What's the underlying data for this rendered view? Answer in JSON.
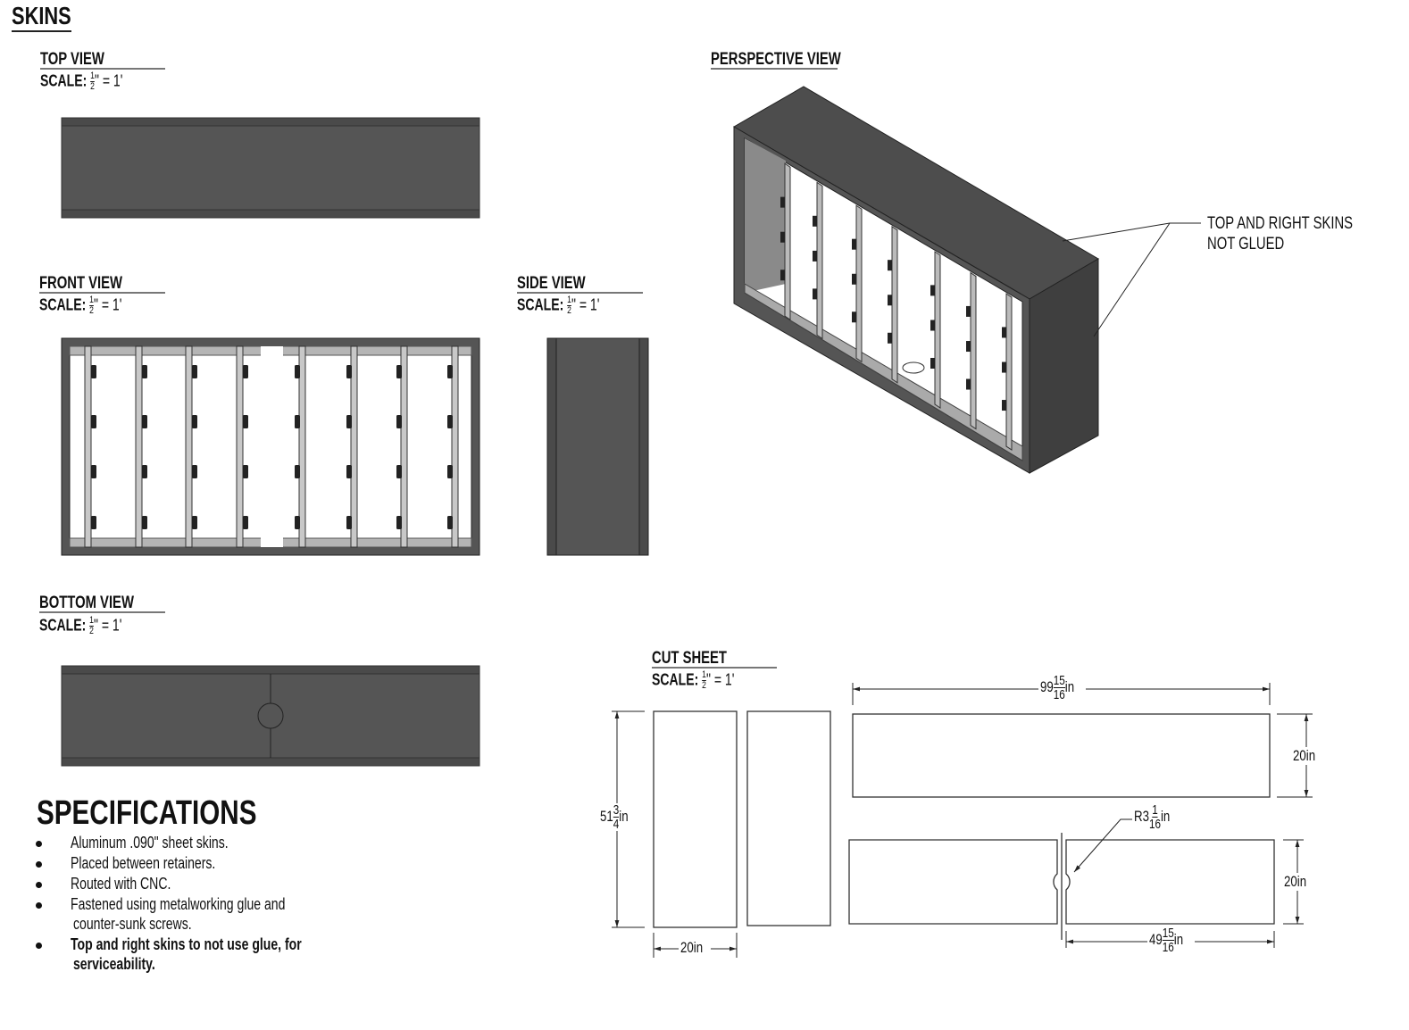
{
  "title": "SKINS",
  "views": {
    "top": {
      "title": "TOP VIEW",
      "scale": {
        "label": "SCALE:",
        "num": "1",
        "den": "2",
        "rest": "\" = 1'"
      }
    },
    "front": {
      "title": "FRONT VIEW",
      "scale": {
        "label": "SCALE:",
        "num": "1",
        "den": "2",
        "rest": "\" = 1'"
      }
    },
    "side": {
      "title": "SIDE VIEW",
      "scale": {
        "label": "SCALE:",
        "num": "1",
        "den": "2",
        "rest": "\" = 1'"
      }
    },
    "bottom": {
      "title": "BOTTOM VIEW",
      "scale": {
        "label": "SCALE:",
        "num": "1",
        "den": "2",
        "rest": "\" = 1'"
      }
    },
    "perspective": {
      "title": "PERSPECTIVE VIEW",
      "callout_line1": "TOP AND RIGHT SKINS",
      "callout_line2": "NOT GLUED"
    },
    "cut": {
      "title": "CUT SHEET",
      "scale": {
        "label": "SCALE:",
        "num": "1",
        "den": "2",
        "rest": "\" = 1'"
      }
    }
  },
  "dimensions": {
    "height": {
      "whole": "51",
      "num": "3",
      "den": "4",
      "unit": "in"
    },
    "side_width": {
      "whole": "20",
      "unit": "in"
    },
    "long_length": {
      "whole": "99",
      "num": "15",
      "den": "16",
      "unit": "in"
    },
    "long_width": {
      "whole": "20",
      "unit": "in"
    },
    "split_width": {
      "whole": "20",
      "unit": "in"
    },
    "split_length": {
      "whole": "49",
      "num": "15",
      "den": "16",
      "unit": "in"
    },
    "radius": {
      "whole": "R3",
      "num": "1",
      "den": "16",
      "unit": "in"
    }
  },
  "specifications": {
    "heading": "SPECIFICATIONS",
    "items": [
      {
        "line1": "Aluminum .090\" sheet skins."
      },
      {
        "line1": "Placed between retainers."
      },
      {
        "line1": "Routed with CNC."
      },
      {
        "line1": "Fastened using metalworking glue and",
        "line2": "counter-sunk screws."
      },
      {
        "line1": "Top and right skins to not use glue, for",
        "line2": "serviceability."
      }
    ]
  },
  "colors": {
    "skin": "#555555",
    "edge": "#3a3a3a",
    "stud": "#b8b8b8"
  }
}
